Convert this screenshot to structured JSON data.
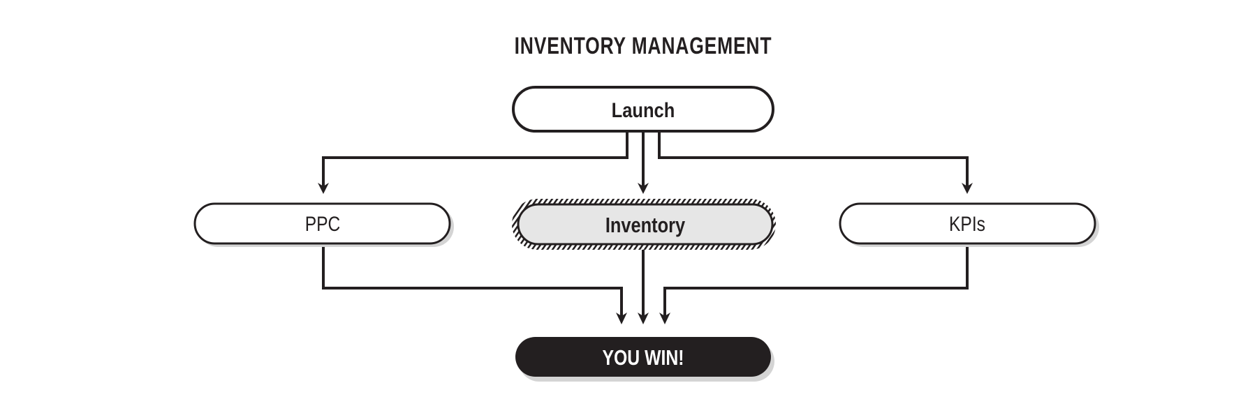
{
  "diagram": {
    "title": "INVENTORY MANAGEMENT",
    "colors": {
      "ink": "#231f20",
      "shadow": "#d4d4d4",
      "highlight_fill": "#e6e6e6",
      "terminal_fill": "#231f20",
      "terminal_text": "#ffffff",
      "node_fill": "#ffffff"
    },
    "nodes": {
      "launch": {
        "label": "Launch",
        "style": "start"
      },
      "ppc": {
        "label": "PPC",
        "style": "normal"
      },
      "inventory": {
        "label": "Inventory",
        "style": "highlighted"
      },
      "kpis": {
        "label": "KPIs",
        "style": "normal"
      },
      "win": {
        "label": "YOU WIN!",
        "style": "terminal"
      }
    },
    "edges": [
      {
        "from": "Launch",
        "to": "PPC"
      },
      {
        "from": "Launch",
        "to": "Inventory"
      },
      {
        "from": "Launch",
        "to": "KPIs"
      },
      {
        "from": "PPC",
        "to": "YOU WIN!"
      },
      {
        "from": "Inventory",
        "to": "YOU WIN!"
      },
      {
        "from": "KPIs",
        "to": "YOU WIN!"
      }
    ]
  }
}
